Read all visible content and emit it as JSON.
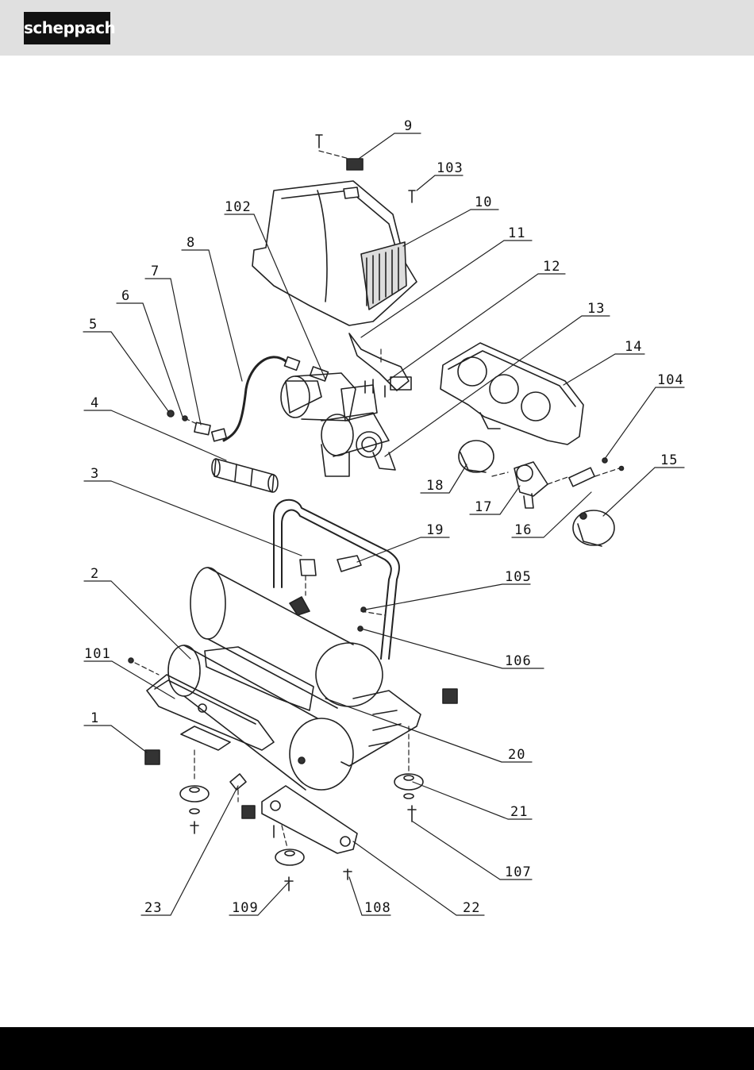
{
  "brand": {
    "logo_text": "scheppach"
  },
  "diagram": {
    "type": "exploded-parts-drawing",
    "part_labels": [
      "1",
      "2",
      "3",
      "4",
      "5",
      "6",
      "7",
      "8",
      "9",
      "10",
      "11",
      "12",
      "13",
      "14",
      "15",
      "16",
      "17",
      "18",
      "19",
      "20",
      "21",
      "22",
      "23",
      "101",
      "102",
      "103",
      "104",
      "105",
      "106",
      "107",
      "108",
      "109"
    ]
  }
}
